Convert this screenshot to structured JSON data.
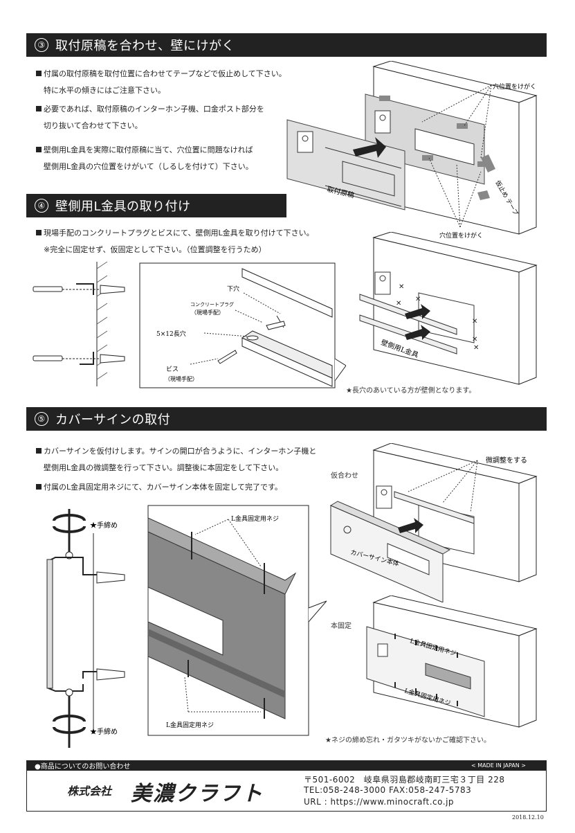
{
  "sections": [
    {
      "num": "③",
      "title": "取付原稿を合わせ、壁にけがく",
      "bullets": [
        [
          "付属の取付原稿を取付位置に合わせてテープなどで仮止めして下さい。",
          "特に水平の傾きにはご注意下さい。"
        ],
        [
          "必要であれば、取付原稿のインターホン子機、口金ポスト部分を",
          "切り抜いて合わせて下さい。"
        ],
        [
          "壁側用L金具を実際に取付原稿に当て、穴位置に問題なければ",
          "壁側用L金具の穴位置をけがいて（しるしを付けて）下さい。"
        ]
      ],
      "labels": {
        "hole_top": "穴位置をけがく",
        "hole_bottom": "穴位置をけがく",
        "template": "取付原稿",
        "tape": "仮止め テープ"
      }
    },
    {
      "num": "④",
      "title": "壁側用L金具の取り付け",
      "bullets": [
        [
          "現場手配のコンクリートプラグとビスにて、壁側用L金具を取り付けて下さい。",
          "※完全に固定せず、仮固定として下さい。（位置調整を行うため）"
        ]
      ],
      "labels": {
        "lower_hole": "下穴",
        "plug": "コンクリートプラグ",
        "plug_sub": "（現場手配）",
        "slot": "5×12長穴",
        "screw": "ビス",
        "screw_sub": "（現場手配）",
        "bracket": "壁側用L金具",
        "note": "★長穴のあいている方が壁側となります。"
      }
    },
    {
      "num": "⑤",
      "title": "カバーサインの取付",
      "bullets": [
        [
          "カバーサインを仮付けします。サインの開口が合うように、インターホン子機と",
          "壁側用L金具の微調整を行って下さい。調整後に本固定をして下さい。"
        ],
        [
          "付属のL金具固定用ネジにて、カバーサイン本体を固定して完了です。"
        ]
      ],
      "labels": {
        "tighten_top": "★手締め",
        "tighten_bottom": "★手締め",
        "screw_top": "L金具固定用ネジ",
        "screw_bottom": "L金具固定用ネジ",
        "temp_fit": "仮合わせ",
        "fine_adjust": "微調整をする",
        "cover_body": "カバーサイン本体",
        "final_fix": "本固定",
        "fix_screw_1": "L金具固定用ネジ",
        "fix_screw_2": "L金具固定用ネジ",
        "note": "★ネジの締め忘れ・ガタツキがないかご確認下さい。"
      }
    }
  ],
  "footer": {
    "inquiry": "●商品についてのお問い合わせ",
    "made_in": "< MADE IN JAPAN >",
    "company_prefix": "株式会社",
    "company_name": "美濃クラフト",
    "address": "〒501-6002　岐阜県羽島郡岐南町三宅３丁目 228",
    "tel": "TEL:058-248-3000  FAX:058-247-5783",
    "url": "URL : https://www.minocraft.co.jp",
    "date": "2018.12.10"
  }
}
